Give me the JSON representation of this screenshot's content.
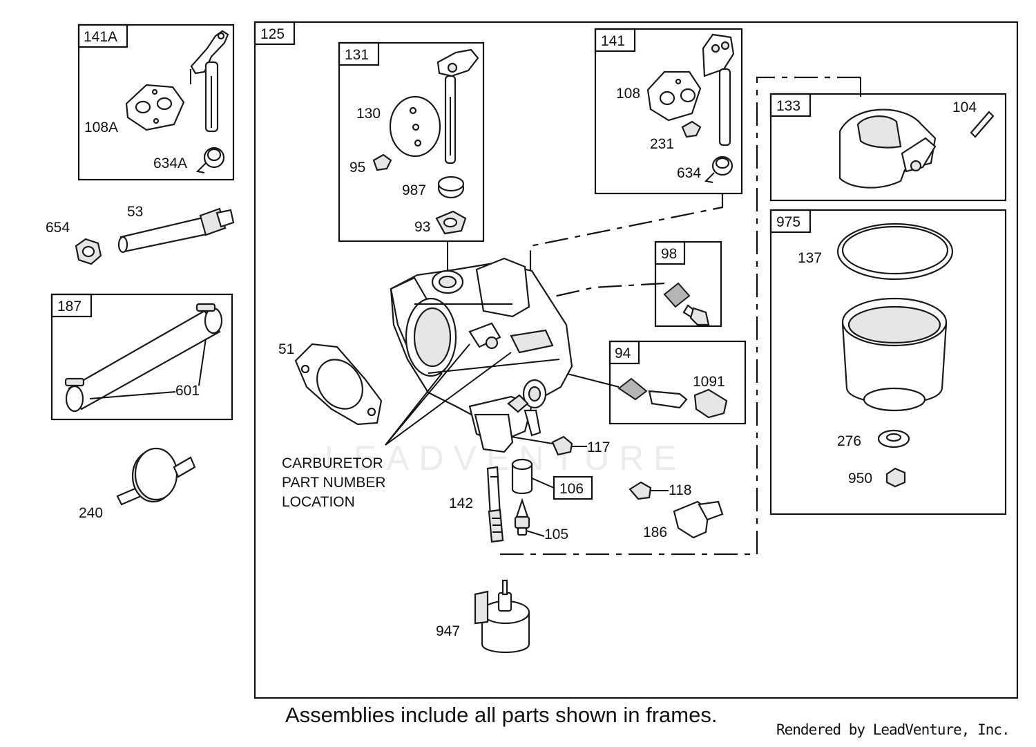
{
  "frames": {
    "f125": "125",
    "f141A": "141A",
    "f131": "131",
    "f141": "141",
    "f133": "133",
    "f975": "975",
    "f187": "187",
    "f98": "98",
    "f94": "94",
    "f106": "106"
  },
  "labels": {
    "p108A": "108A",
    "p634A": "634A",
    "p654": "654",
    "p53": "53",
    "p601": "601",
    "p240": "240",
    "p130": "130",
    "p95": "95",
    "p987": "987",
    "p93": "93",
    "p108": "108",
    "p231": "231",
    "p634": "634",
    "p104": "104",
    "p137": "137",
    "p276": "276",
    "p950": "950",
    "p51": "51",
    "p1091": "1091",
    "p117": "117",
    "p118": "118",
    "p186": "186",
    "p142": "142",
    "p105": "105",
    "p947": "947"
  },
  "callout": {
    "line1": "CARBURETOR",
    "line2": "PART NUMBER",
    "line3": "LOCATION"
  },
  "watermark": "LEADVENTURE",
  "footer": {
    "note": "Assemblies include all parts shown in frames.",
    "credit": "Rendered by LeadVenture, Inc."
  }
}
